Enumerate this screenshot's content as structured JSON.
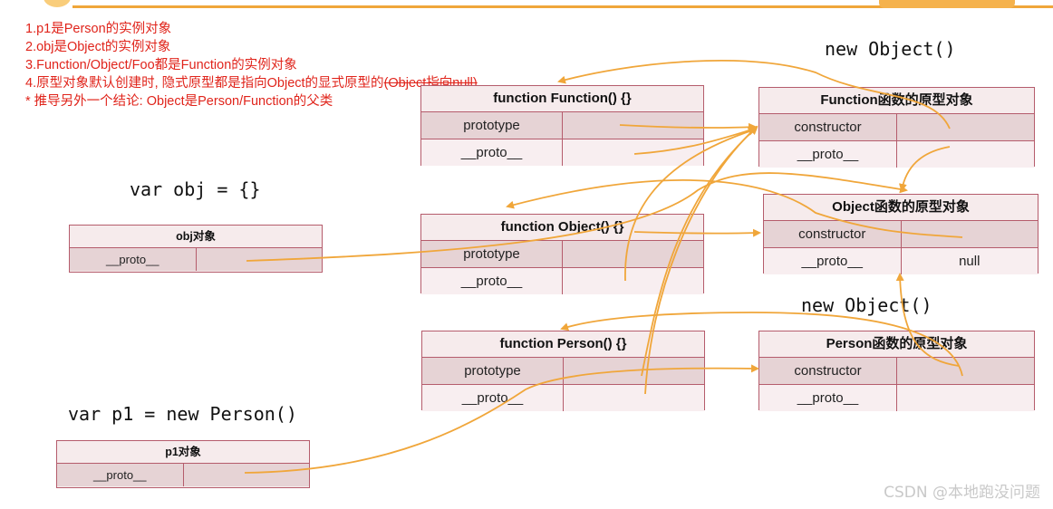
{
  "notes": [
    "1.p1是Person的实例对象",
    "2.obj是Object的实例对象",
    "3.Function/Object/Foo都是Function的实例对象",
    "4.原型对象默认创建时, 隐式原型都是指向Object的显式原型的",
    "(Object指向null)",
    "* 推导另外一个结论: Object是Person/Function的父类"
  ],
  "code": {
    "new_object_1": "new Object()",
    "var_obj": "var obj = {}",
    "new_object_2": "new Object()",
    "var_p1": "var p1 = new Person()"
  },
  "boxes": {
    "function_function": {
      "title": "function Function() {}",
      "rows": [
        {
          "left": "prototype",
          "right": ""
        },
        {
          "left": "__proto__",
          "right": ""
        }
      ]
    },
    "function_proto_obj": {
      "title": "Function函数的原型对象",
      "rows": [
        {
          "left": "constructor",
          "right": ""
        },
        {
          "left": "__proto__",
          "right": ""
        }
      ]
    },
    "object_proto_obj": {
      "title": "Object函数的原型对象",
      "rows": [
        {
          "left": "constructor",
          "right": ""
        },
        {
          "left": "__proto__",
          "right": "null"
        }
      ]
    },
    "obj_object": {
      "title": "obj对象",
      "rows": [
        {
          "left": "__proto__",
          "right": ""
        }
      ]
    },
    "function_object": {
      "title": "function Object() {}",
      "rows": [
        {
          "left": "prototype",
          "right": ""
        },
        {
          "left": "__proto__",
          "right": ""
        }
      ]
    },
    "function_person": {
      "title": "function Person() {}",
      "rows": [
        {
          "left": "prototype",
          "right": ""
        },
        {
          "left": "__proto__",
          "right": ""
        }
      ]
    },
    "person_proto_obj": {
      "title": "Person函数的原型对象",
      "rows": [
        {
          "left": "constructor",
          "right": ""
        },
        {
          "left": "__proto__",
          "right": ""
        }
      ]
    },
    "p1_object": {
      "title": "p1对象",
      "rows": [
        {
          "left": "__proto__",
          "right": ""
        }
      ]
    }
  },
  "watermark": "CSDN @本地跑没问题",
  "colors": {
    "arrow": "#f0a63a",
    "note": "#e0241b",
    "box_border": "#b55c6c"
  }
}
